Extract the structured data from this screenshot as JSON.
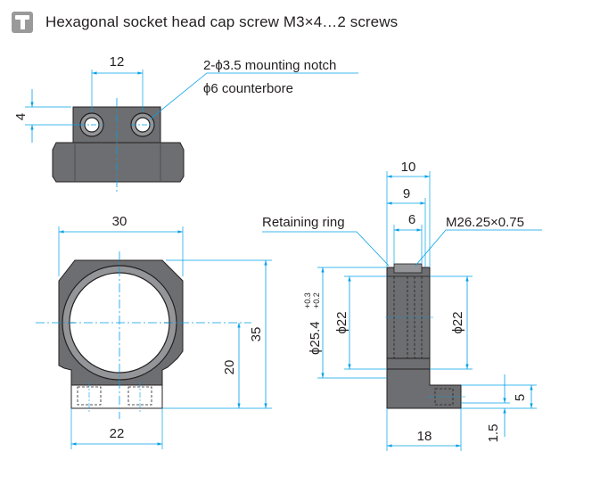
{
  "header": {
    "icon": "screw-tool-icon",
    "title": "Hexagonal socket head cap screw M3×4…2 screws"
  },
  "callouts": {
    "notch": "2-ϕ3.5 mounting notch",
    "counterbore": "ϕ6 counterbore",
    "retaining_ring": "Retaining ring",
    "thread": "M26.25×0.75"
  },
  "dimensions": {
    "top_width": "12",
    "top_height": "4",
    "front_width": "30",
    "front_height": "35",
    "center_height": "20",
    "base_width": "22",
    "side_width": "10",
    "side_inner": "9",
    "ring_width": "6",
    "bore_diameter_main": "ϕ25.4",
    "bore_tol_upper": "+0.3",
    "bore_tol_lower": "+0.2",
    "inner_diameter_left": "ϕ22",
    "inner_diameter_right": "ϕ22",
    "side_depth": "18",
    "foot_height": "5",
    "foot_thickness": "1.5"
  },
  "colors": {
    "line": "#231f20",
    "leader": "#00a0e9",
    "fill": "#6d6e71",
    "fill_dark": "#4d4d4f",
    "fill_light": "#939598"
  }
}
